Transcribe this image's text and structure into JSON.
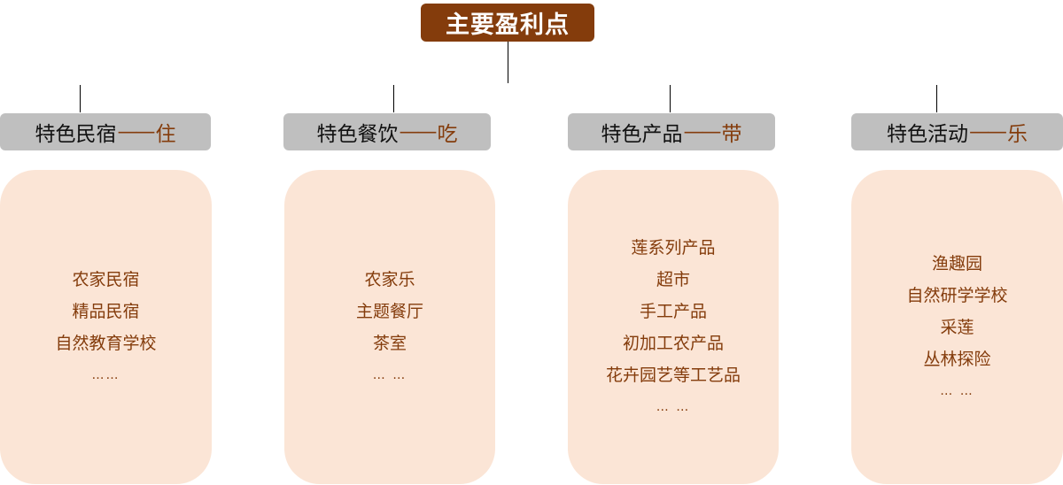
{
  "title": "主要盈利点",
  "colors": {
    "title_bg": "#843c0c",
    "label_bg": "#bfbfbf",
    "card_bg": "#fbe5d6",
    "accent_text": "#843c0c"
  },
  "categories": [
    {
      "label": "特色民宿",
      "dash": "——",
      "key": "住",
      "items": [
        "农家民宿",
        "精品民宿",
        "自然教育学校"
      ],
      "more": "……"
    },
    {
      "label": "特色餐饮",
      "dash": "——",
      "key": "吃",
      "items": [
        "农家乐",
        "主题餐厅",
        "茶室"
      ],
      "more": "… …"
    },
    {
      "label": "特色产品",
      "dash": "——",
      "key": "带",
      "items": [
        "莲系列产品",
        "超市",
        "手工产品",
        "初加工农产品",
        "花卉园艺等工艺品"
      ],
      "more": "… …"
    },
    {
      "label": "特色活动",
      "dash": "——",
      "key": "乐",
      "items": [
        "渔趣园",
        "自然研学学校",
        "采莲",
        "丛林探险"
      ],
      "more": "… …"
    }
  ]
}
